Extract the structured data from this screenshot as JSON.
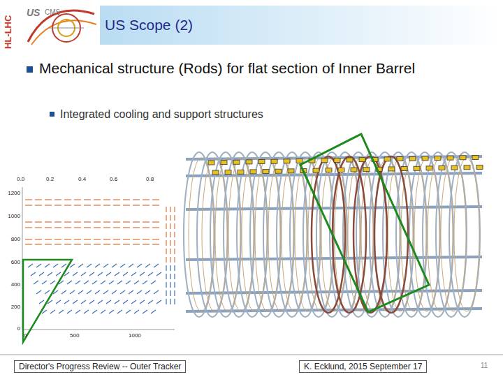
{
  "diagram": {
    "title": "US Scope (2)",
    "labels": [
      "HL-LHC",
      "US",
      "CMS",
      "Mechanical structure (Rods) for flat section of Inner Barrel",
      "Integrated cooling and support structures",
      "0.0",
      "0.2",
      "0.4",
      "0.6",
      "0.8",
      "1200",
      "1000",
      "800",
      "600",
      "400",
      "200",
      "0",
      "0",
      "500",
      "1000",
      "Director's Progress Review -- Outer Tracker",
      "K. Ecklund, 2015 September 17",
      "11"
    ]
  }
}
